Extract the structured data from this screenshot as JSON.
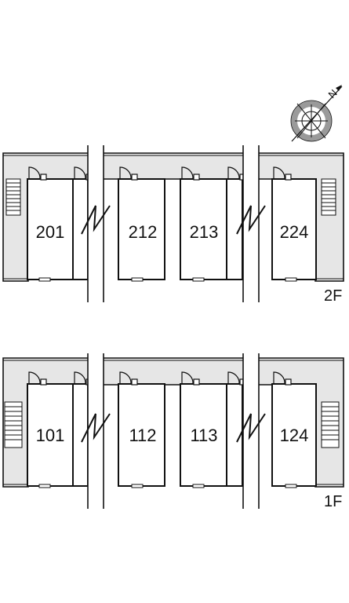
{
  "floors": [
    {
      "label": "2F",
      "units": [
        "201",
        "212",
        "213",
        "224"
      ]
    },
    {
      "label": "1F",
      "units": [
        "101",
        "112",
        "113",
        "124"
      ]
    }
  ],
  "compass": {
    "north_mark": "N",
    "icon": "compass-rose-icon",
    "ring_color": "#9a9a9a"
  },
  "colors": {
    "corridor": "#e6e6e6",
    "line": "#111111",
    "background": "#ffffff"
  }
}
